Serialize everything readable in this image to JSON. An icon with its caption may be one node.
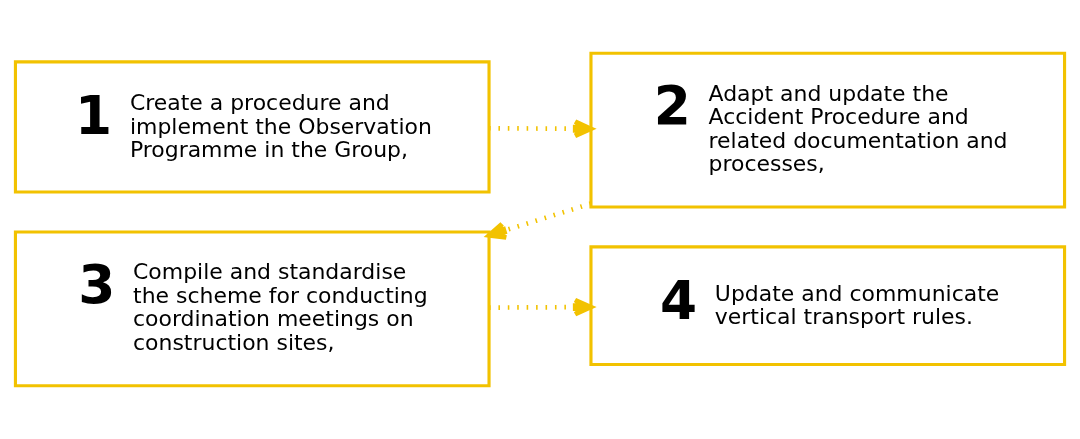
{
  "diagram": {
    "nodes": [
      {
        "text": [
          "1",
          "Create a procedure and implement the Observation Programme in the Group,"
        ]
      },
      {
        "text": [
          "2",
          "Adapt and update the Accident Procedure and related documentation and processes,"
        ]
      },
      {
        "text": [
          "3",
          "Compile and standardise the scheme for conducting coordination meetings on construction sites,"
        ]
      },
      {
        "text": [
          "4",
          "Update and communicate vertical transport rules."
        ]
      }
    ],
    "edges": [
      {
        "from": 0,
        "to": 1,
        "arrow": "to"
      },
      {
        "from": 1,
        "to": 2,
        "arrow": "to"
      },
      {
        "from": 2,
        "to": 3,
        "arrow": "to"
      }
    ]
  }
}
